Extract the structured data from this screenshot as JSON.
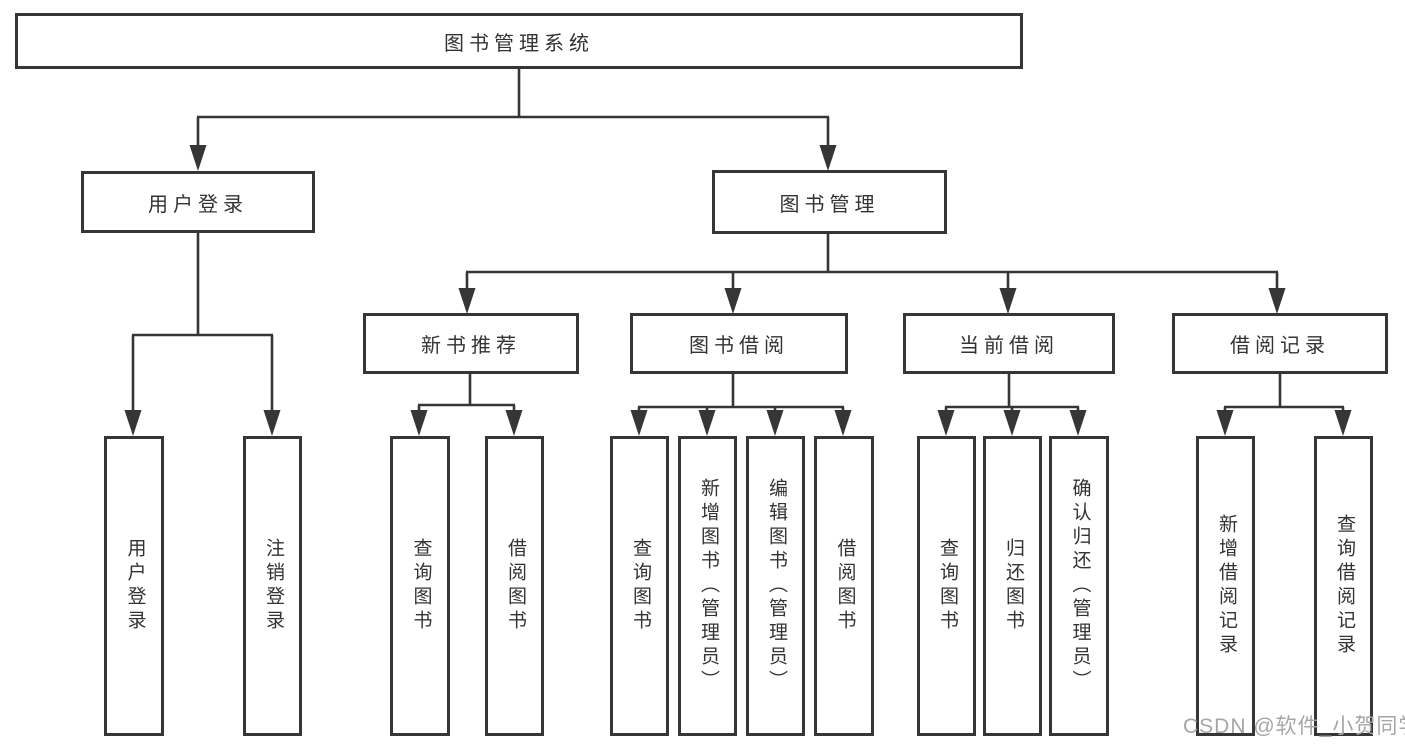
{
  "diagram": {
    "root": {
      "label": "图书管理系统"
    },
    "user_login": {
      "label": "用户登录",
      "children": [
        "用户登录",
        "注销登录"
      ]
    },
    "book_management": {
      "label": "图书管理",
      "sections": [
        {
          "label": "新书推荐",
          "children": [
            "查询图书",
            "借阅图书"
          ]
        },
        {
          "label": "图书借阅",
          "children": [
            "查询图书",
            "新增图书（管理员）",
            "编辑图书（管理员）",
            "借阅图书"
          ]
        },
        {
          "label": "当前借阅",
          "children": [
            "查询图书",
            "归还图书",
            "确认归还（管理员）"
          ]
        },
        {
          "label": "借阅记录",
          "children": [
            "新增借阅记录",
            "查询借阅记录"
          ]
        }
      ]
    }
  },
  "watermark": {
    "label": "CSDN @软件_小贺同学"
  },
  "colors": {
    "line": "#363636",
    "box_border": "#363636",
    "text": "#333333",
    "watermark": "#a6a6a6",
    "background": "#ffffff"
  }
}
